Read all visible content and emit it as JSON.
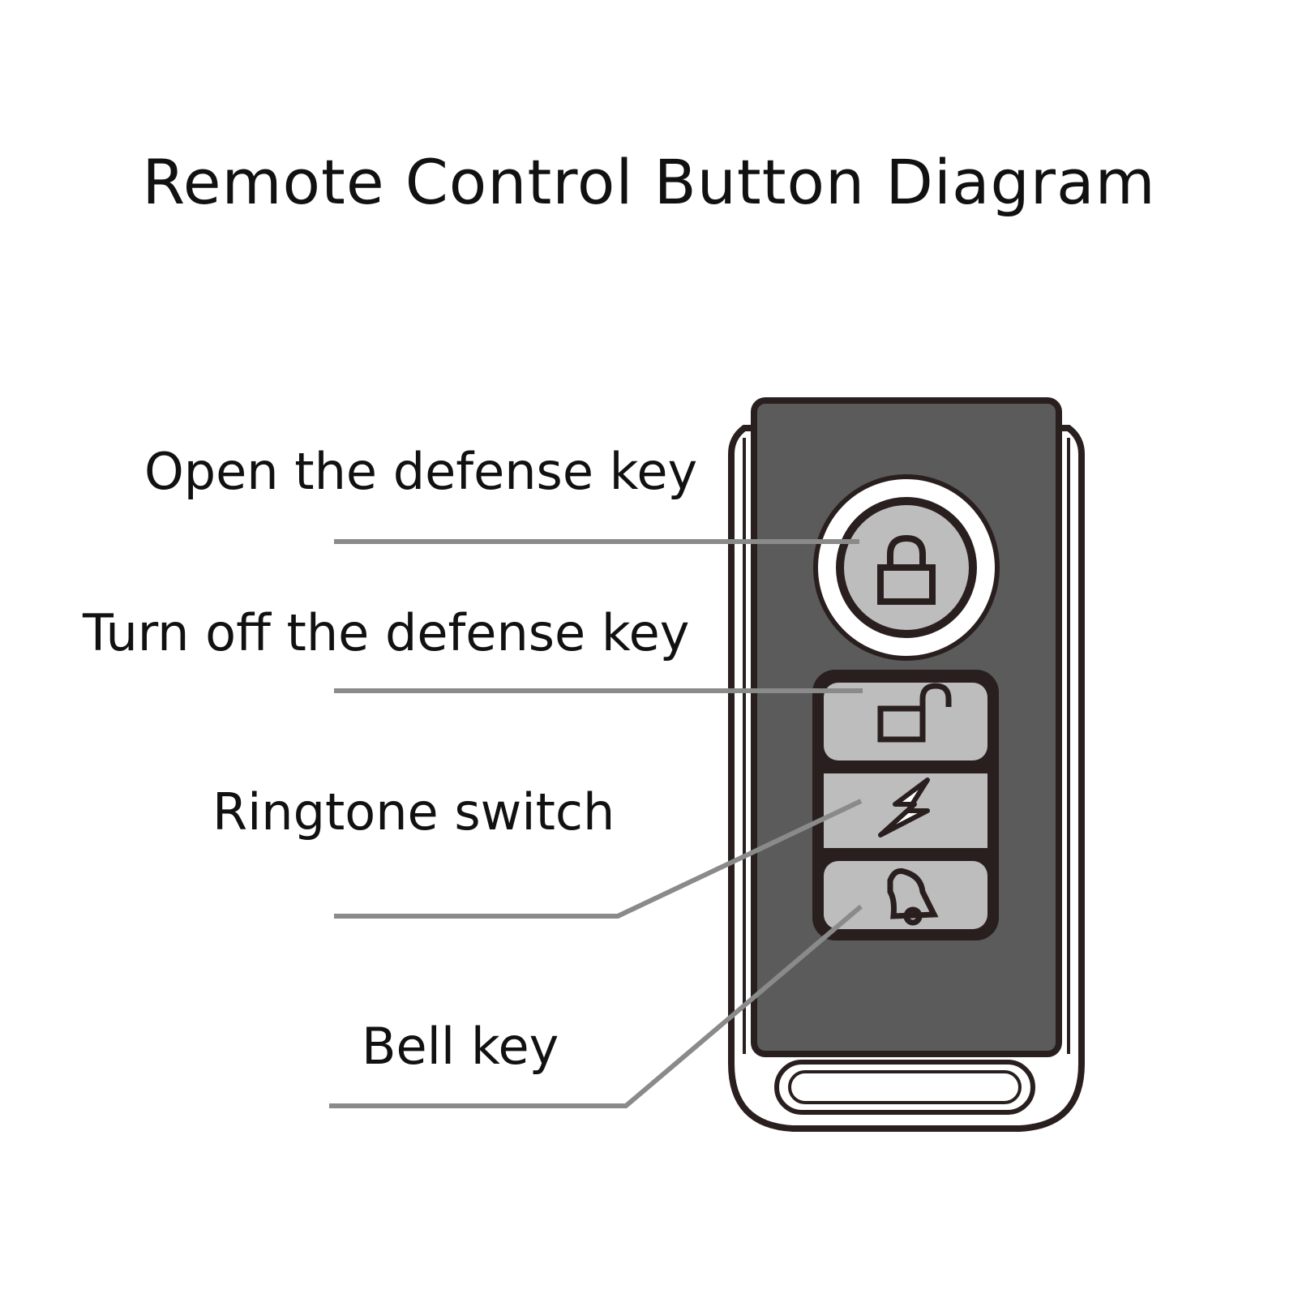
{
  "title": "Remote Control Button Diagram",
  "labels": {
    "open_defense": "Open the defense key",
    "turn_off_defense": "Turn off the defense key",
    "ringtone_switch": "Ringtone switch",
    "bell_key": "Bell key"
  },
  "icons": {
    "open_defense": "lock-closed-icon",
    "turn_off_defense": "lock-open-icon",
    "ringtone_switch": "lightning-icon",
    "bell_key": "bell-icon"
  },
  "colors": {
    "body": "#5b5b5b",
    "button": "#bdbdbd",
    "outline": "#2a1f1f",
    "leader": "#8a8a8a"
  }
}
